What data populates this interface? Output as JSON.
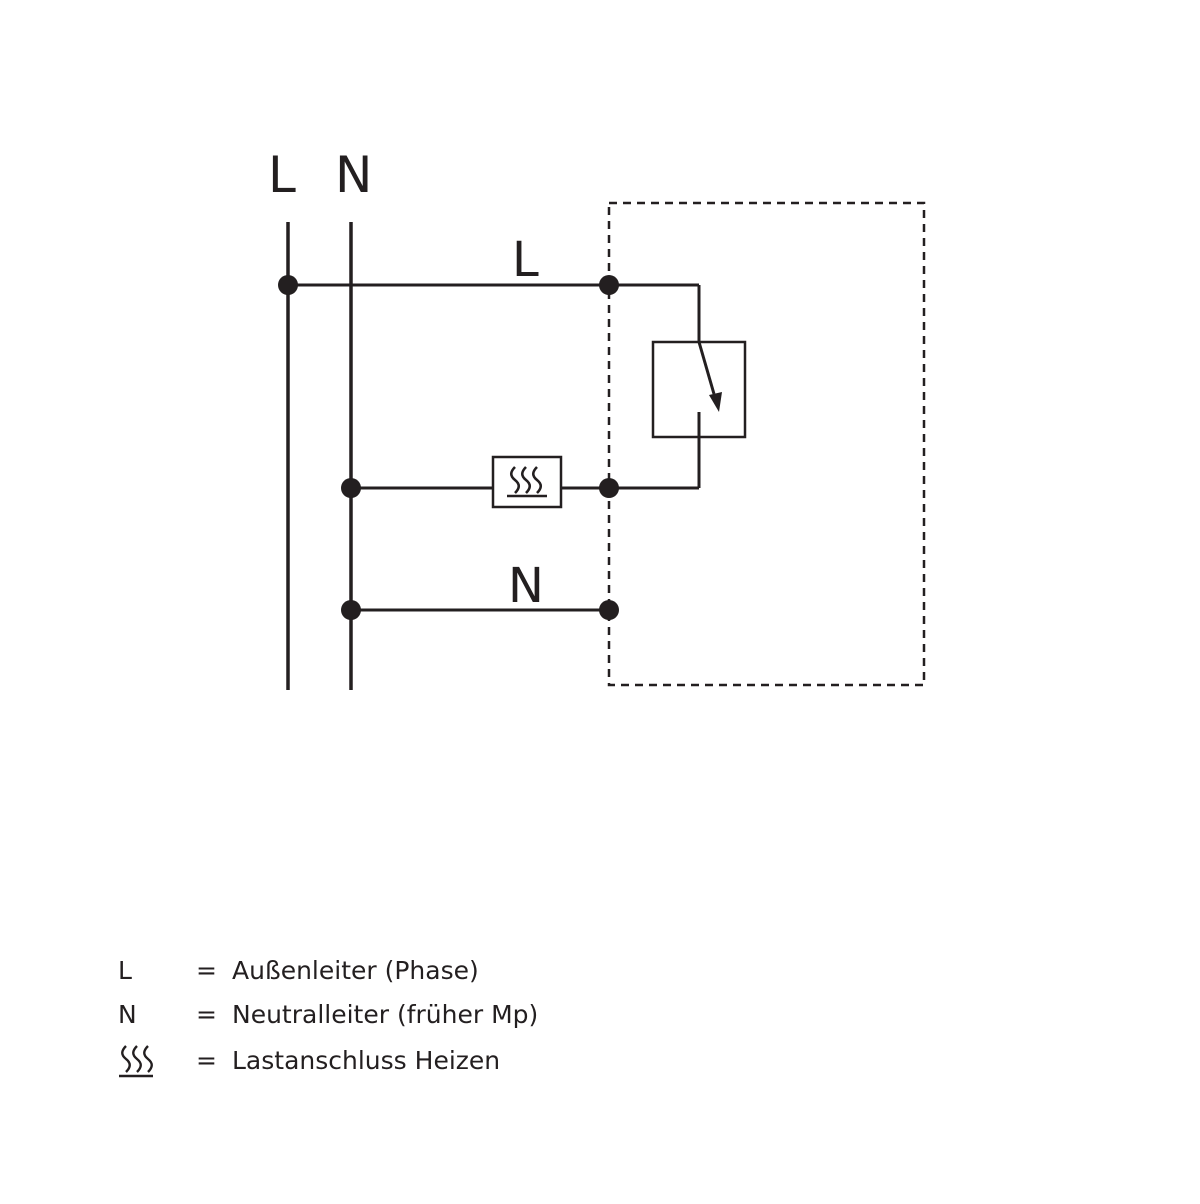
{
  "diagram": {
    "bus_labels": {
      "phase": "L",
      "neutral": "N"
    },
    "wire_labels": {
      "phase_wire": "L",
      "neutral_wire": "N"
    },
    "heating_symbol_icon": "heating-icon",
    "switch_icon": "switch-contact-icon",
    "line_color": "#231f20"
  },
  "legend": [
    {
      "symbol": "L",
      "equals": "=",
      "description": "Außenleiter (Phase)"
    },
    {
      "symbol": "N",
      "equals": "=",
      "description": "Neutralleiter (früher Mp)"
    },
    {
      "symbol_icon": "heating-icon",
      "equals": "=",
      "description": "Lastanschluss Heizen"
    }
  ]
}
